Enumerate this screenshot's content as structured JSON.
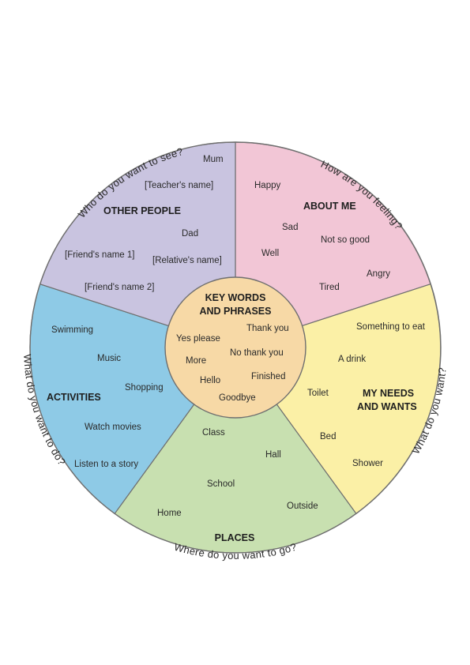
{
  "center": {
    "title_line1": "KEY WORDS",
    "title_line2": "AND PHRASES",
    "words": [
      "Thank you",
      "Yes please",
      "No thank you",
      "More",
      "Hello",
      "Finished",
      "Goodbye"
    ],
    "color": "#f7d9a6"
  },
  "sectors": [
    {
      "id": "about-me",
      "heading_lines": [
        "ABOUT ME"
      ],
      "question": "How are you feeling?",
      "words": [
        "Happy",
        "Sad",
        "Not so good",
        "Well",
        "Angry",
        "Tired"
      ],
      "color": "#f2c6d6"
    },
    {
      "id": "my-needs",
      "heading_lines": [
        "MY NEEDS",
        "AND WANTS"
      ],
      "question": "What do you  want?",
      "words": [
        "Something to eat",
        "A drink",
        "Toilet",
        "Bed",
        "Shower"
      ],
      "color": "#fbf0a6"
    },
    {
      "id": "places",
      "heading_lines": [
        "PLACES"
      ],
      "question": "Where do you want to go?",
      "words": [
        "Class",
        "Hall",
        "School",
        "Outside",
        "Home"
      ],
      "color": "#c8e0b0"
    },
    {
      "id": "activities",
      "heading_lines": [
        "ACTIVITIES"
      ],
      "question": "What do you want to do?",
      "words": [
        "Swimming",
        "Music",
        "Shopping",
        "Watch movies",
        "Listen to a story"
      ],
      "color": "#8ecae6"
    },
    {
      "id": "other-people",
      "heading_lines": [
        "OTHER PEOPLE"
      ],
      "question": "Who do you want to see?",
      "words": [
        "Mum",
        "[Teacher's name]",
        "Dad",
        "[Friend's name 1]",
        "[Relative's name]",
        "[Friend's name 2]"
      ],
      "color": "#c9c4e0"
    }
  ]
}
